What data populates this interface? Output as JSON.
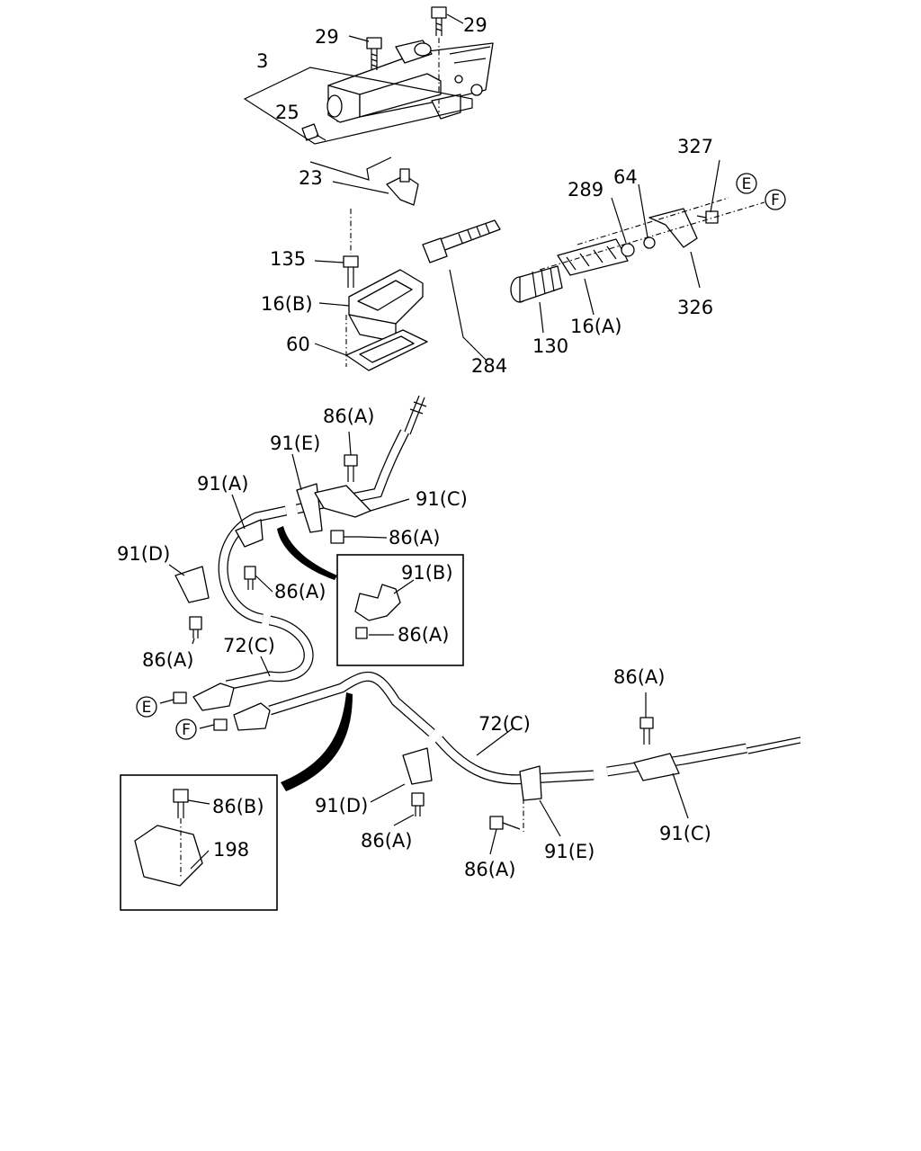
{
  "labels": {
    "p29a": "29",
    "p29b": "29",
    "p3": "3",
    "p25": "25",
    "p23": "23",
    "p327": "327",
    "p289": "289",
    "p64": "64",
    "p135": "135",
    "p16b": "16(B)",
    "p60": "60",
    "p326": "326",
    "p16a": "16(A)",
    "p130": "130",
    "p284": "284",
    "p86a_1": "86(A)",
    "p91e_1": "91(E)",
    "p91a": "91(A)",
    "p91c_1": "91(C)",
    "p86a_2": "86(A)",
    "p91d_1": "91(D)",
    "p86a_3": "86(A)",
    "p91b": "91(B)",
    "p86a_4": "86(A)",
    "p86a_5": "86(A)",
    "p72c_1": "72(C)",
    "p86a_6": "86(A)",
    "p72c_2": "72(C)",
    "p86b": "86(B)",
    "p91d_2": "91(D)",
    "p198": "198",
    "p86a_7": "86(A)",
    "p91e_2": "91(E)",
    "p91c_2": "91(C)",
    "p86a_8": "86(A)"
  },
  "refs": {
    "e": "E",
    "f": "F"
  },
  "colors": {
    "line": "#000000",
    "background": "#ffffff"
  }
}
